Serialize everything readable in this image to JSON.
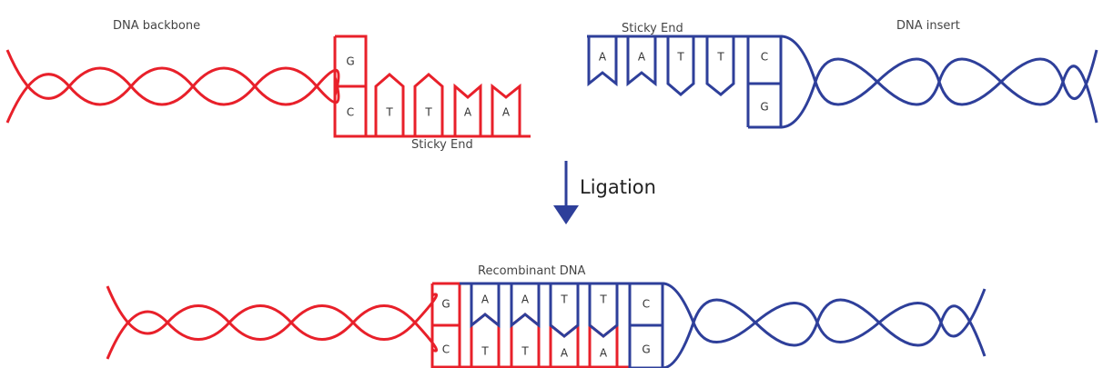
{
  "labels": {
    "dna_backbone": "DNA backbone",
    "dna_insert": "DNA insert",
    "sticky_end_left": "Sticky End",
    "sticky_end_right": "Sticky End",
    "ligation": "Ligation",
    "recombinant": "Recombinant DNA"
  },
  "colors": {
    "backbone": "#e8202a",
    "insert": "#2e3f9a",
    "arrow": "#2e3f9a"
  },
  "backbone_bases": {
    "top": [
      "G"
    ],
    "bottom": [
      "C",
      "T",
      "T",
      "A",
      "A"
    ]
  },
  "insert_bases": {
    "top": [
      "A",
      "A",
      "T",
      "T",
      "C"
    ],
    "bottom": [
      "G"
    ]
  },
  "recombinant_bases": {
    "top": [
      "G",
      "A",
      "A",
      "T",
      "T",
      "C"
    ],
    "bottom": [
      "C",
      "T",
      "T",
      "A",
      "A",
      "G"
    ]
  }
}
